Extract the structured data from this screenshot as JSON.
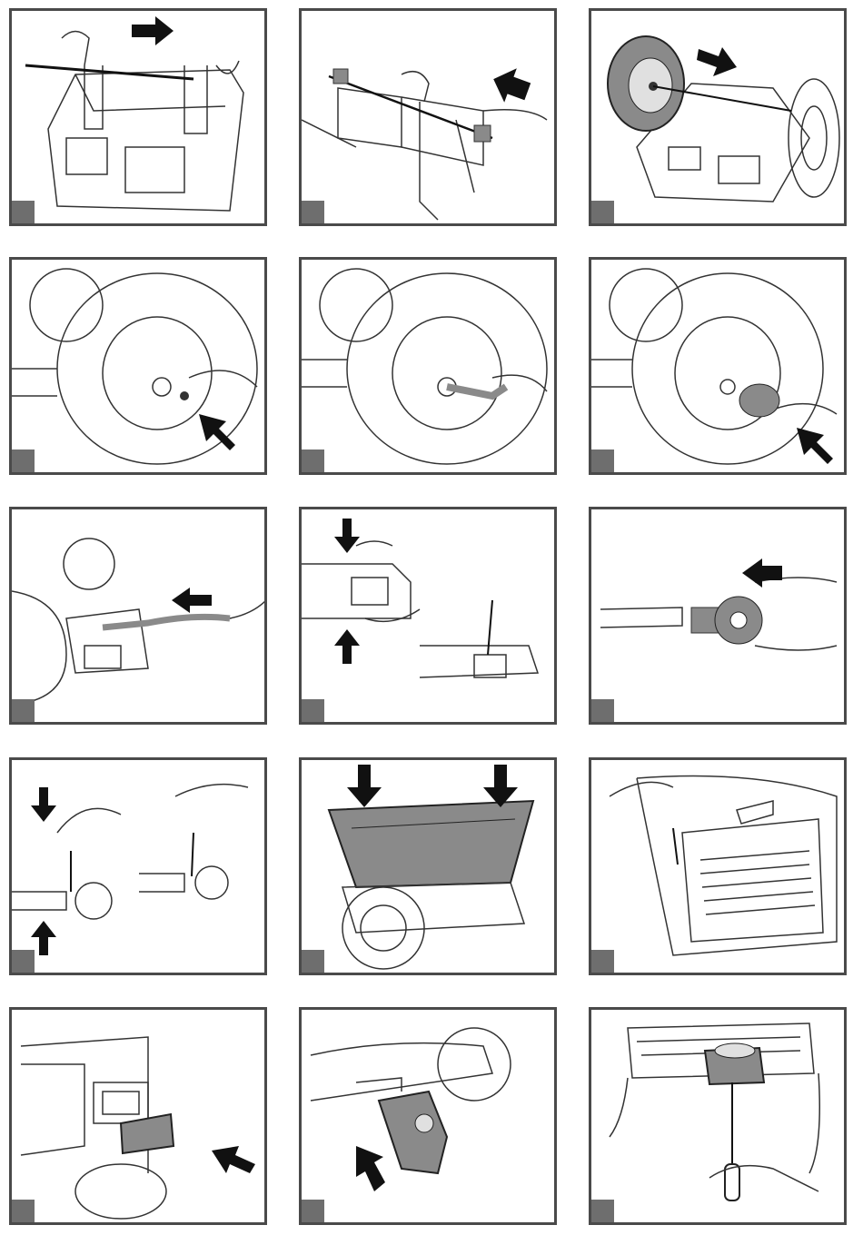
{
  "document": {
    "kind": "assembly-instructions",
    "columns": 3,
    "rows": 5
  },
  "colors": {
    "frame": "#4a4a4a",
    "step_marker": "#6e6e6e",
    "arrow": "#111111",
    "part_fill": "#8a8a8a",
    "line": "#333333"
  },
  "panels": [
    {
      "step_marker": "",
      "subject": "axle-insertion-rear"
    },
    {
      "step_marker": "",
      "subject": "axle-insertion-front"
    },
    {
      "step_marker": "",
      "subject": "wheel-mounting"
    },
    {
      "step_marker": "",
      "subject": "washer-placement"
    },
    {
      "step_marker": "",
      "subject": "cap-nut-tightening"
    },
    {
      "step_marker": "",
      "subject": "hubcap-push"
    },
    {
      "step_marker": "",
      "subject": "steering-rod-insertion"
    },
    {
      "step_marker": "",
      "subject": "steering-bracket-screws"
    },
    {
      "step_marker": "",
      "subject": "steering-knob-slide"
    },
    {
      "step_marker": "",
      "subject": "steering-knob-screw"
    },
    {
      "step_marker": "",
      "subject": "hopper-placement"
    },
    {
      "step_marker": "",
      "subject": "plate-screw"
    },
    {
      "step_marker": "",
      "subject": "battery-insert"
    },
    {
      "step_marker": "",
      "subject": "pedal-insert"
    },
    {
      "step_marker": "",
      "subject": "seat-screw"
    }
  ]
}
